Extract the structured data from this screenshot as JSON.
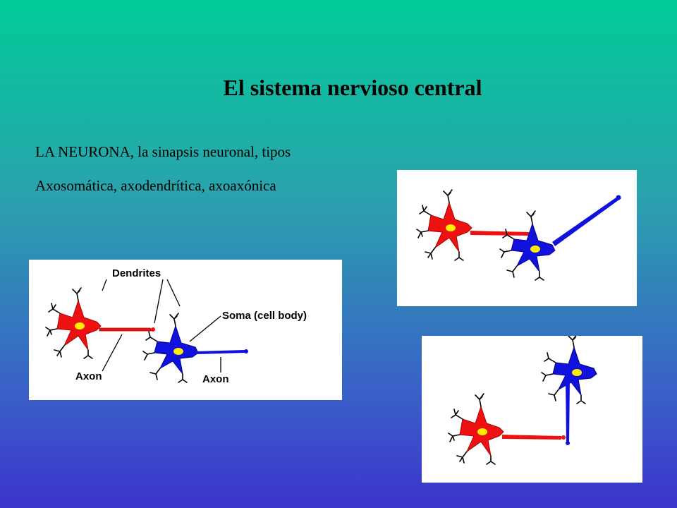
{
  "slide": {
    "title": "El sistema nervioso central",
    "lines": [
      "LA NEURONA, la sinapsis neuronal, tipos",
      "Axosomática, axodendrítica, axoaxónica"
    ]
  },
  "figures": {
    "labeled": {
      "labels": {
        "dendrites": "Dendrites",
        "soma": "Soma (cell body)",
        "axon_left": "Axon",
        "axon_right": "Axon"
      }
    }
  },
  "colors": {
    "background_top": "#00cc99",
    "background_bottom": "#3c33cc",
    "presynaptic_neuron": "#ee1111",
    "postsynaptic_neuron": "#1111dd",
    "nucleus": "#ffee00"
  }
}
